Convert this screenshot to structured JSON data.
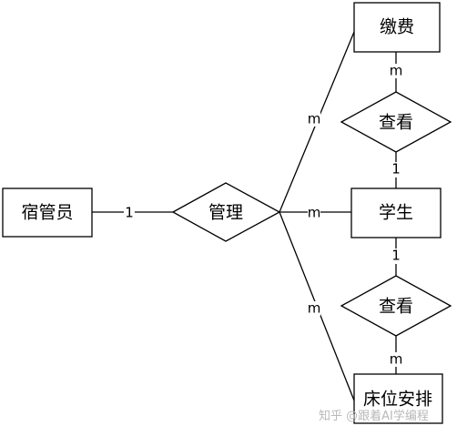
{
  "entities": {
    "dorm_manager": "宿管员",
    "payment": "缴费",
    "student": "学生",
    "bed_arrangement": "床位安排"
  },
  "relationships": {
    "manage": "管理",
    "view_top": "查看",
    "view_bottom": "查看"
  },
  "cardinalities": {
    "manager_to_manage": "1",
    "manage_to_payment": "m",
    "manage_to_student": "m",
    "manage_to_bed": "m",
    "payment_to_view": "m",
    "view_to_student_top": "1",
    "student_to_view_bottom": "1",
    "view_to_bed": "m"
  },
  "watermark": "知乎 @跟着AI学编程"
}
